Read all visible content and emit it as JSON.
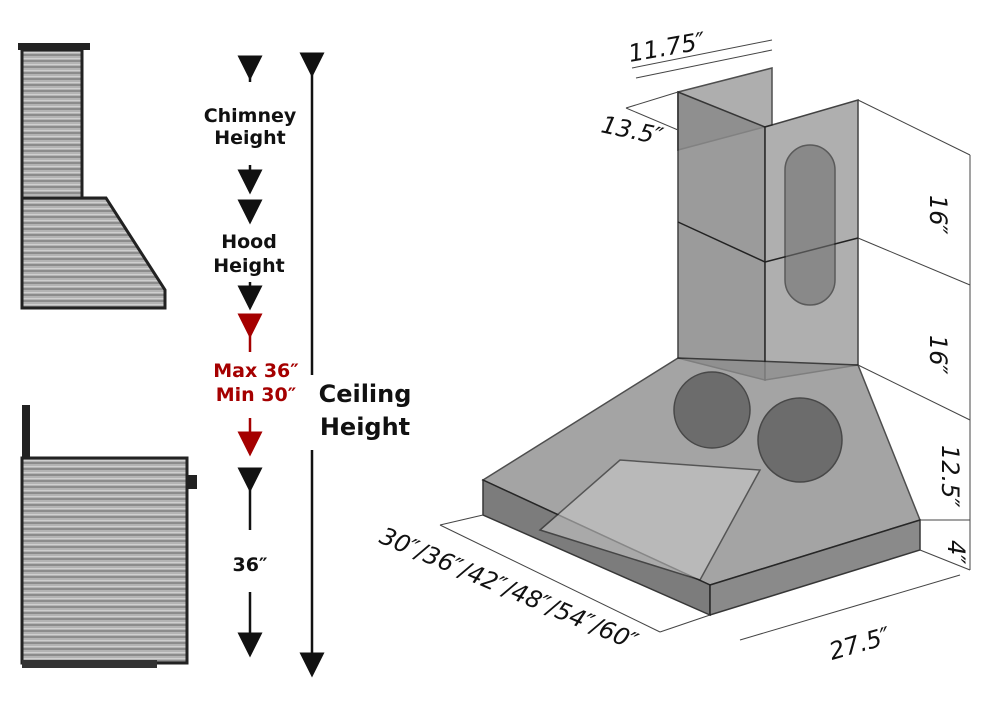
{
  "left_labels": {
    "chimney": [
      "Chimney",
      "Height"
    ],
    "hood": [
      "Hood",
      "Height"
    ],
    "clearance": [
      "Max 36″",
      "Min 30″"
    ],
    "counter": "36″",
    "ceiling": [
      "Ceiling",
      "Height"
    ]
  },
  "dimensions": {
    "chimney_width": "11.75″",
    "chimney_depth": "13.5″",
    "chimney_upper": "16″",
    "chimney_lower": "16″",
    "hood_height": "12.5″",
    "hood_band": "4″",
    "hood_depth": "27.5″",
    "hood_widths": "30″/36″/42″/48″/54″/60″"
  },
  "colors": {
    "accent": "#a50000",
    "steel": "#8a8a8a"
  }
}
